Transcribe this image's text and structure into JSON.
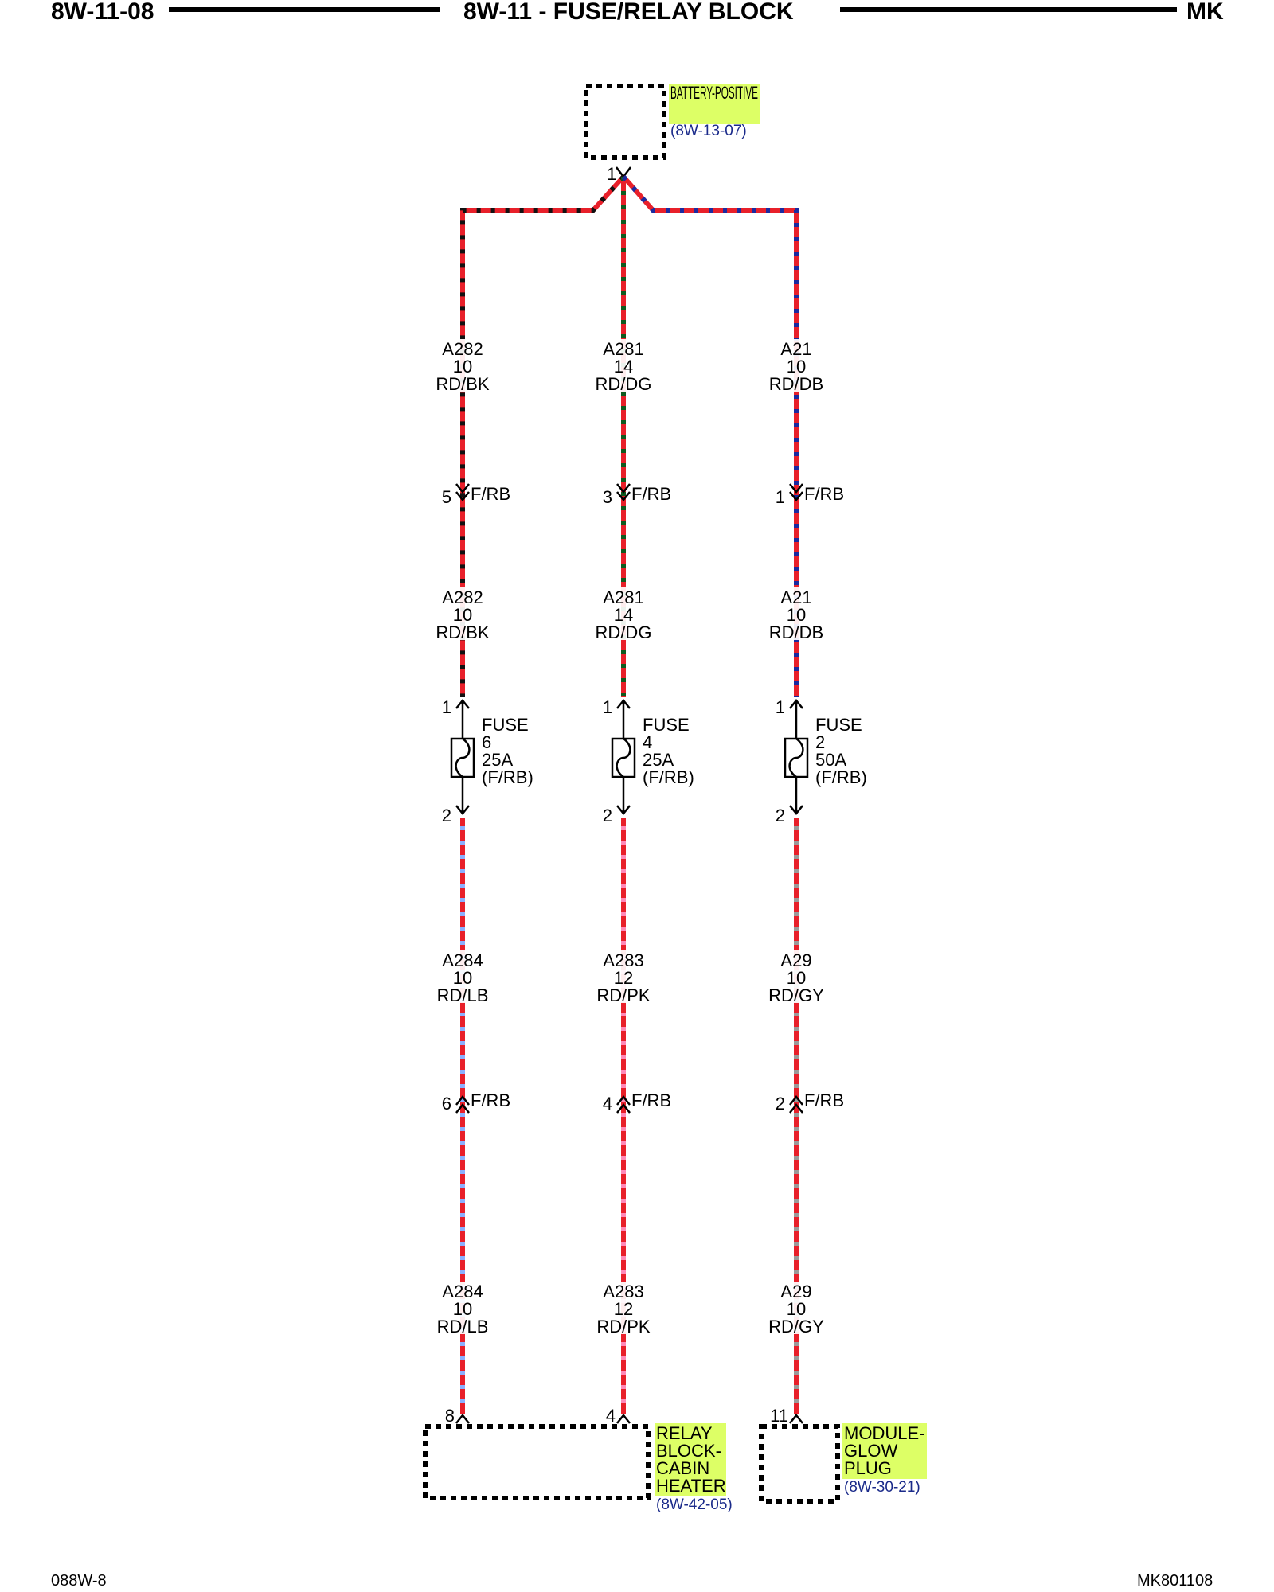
{
  "header": {
    "left": "8W-11-08",
    "center": "8W-11 - FUSE/RELAY BLOCK",
    "right": "MK"
  },
  "footer": {
    "left": "088W-8",
    "right": "MK801108"
  },
  "colors": {
    "red": "#e8202a",
    "black": "#111111",
    "dark_green": "#0f5a1e",
    "dark_blue": "#1a2aa0",
    "light_blue": "#8ab0ff",
    "pink": "#ff8ab8",
    "gray": "#9a9a9a",
    "label_highlight": "#ddff66",
    "ref_text": "#1a2a8a"
  },
  "components": {
    "battery_positive": {
      "name": "BATTERY-POSITIVE",
      "ref": "(8W-13-07)",
      "pin": "1"
    },
    "relay_block": {
      "name_lines": [
        "RELAY",
        "BLOCK-",
        "CABIN",
        "HEATER"
      ],
      "ref": "(8W-42-05)"
    },
    "module_glow_plug": {
      "name_lines": [
        "MODULE-",
        "GLOW",
        "PLUG"
      ],
      "ref": "(8W-30-21)"
    }
  },
  "branches": [
    {
      "top_wire": {
        "circuit": "A282",
        "gauge": "10",
        "color": "RD/BK"
      },
      "connector_in": {
        "pin": "5",
        "label": "F/RB"
      },
      "fuse": {
        "pin_in": "1",
        "pin_out": "2",
        "label": "FUSE",
        "number": "6",
        "rating": "25A",
        "loc": "(F/RB)"
      },
      "bottom_wire": {
        "circuit": "A284",
        "gauge": "10",
        "color": "RD/LB"
      },
      "connector_out": {
        "pin": "6",
        "label": "F/RB"
      },
      "dest_pin": "8"
    },
    {
      "top_wire": {
        "circuit": "A281",
        "gauge": "14",
        "color": "RD/DG"
      },
      "connector_in": {
        "pin": "3",
        "label": "F/RB"
      },
      "fuse": {
        "pin_in": "1",
        "pin_out": "2",
        "label": "FUSE",
        "number": "4",
        "rating": "25A",
        "loc": "(F/RB)"
      },
      "bottom_wire": {
        "circuit": "A283",
        "gauge": "12",
        "color": "RD/PK"
      },
      "connector_out": {
        "pin": "4",
        "label": "F/RB"
      },
      "dest_pin": "4"
    },
    {
      "top_wire": {
        "circuit": "A21",
        "gauge": "10",
        "color": "RD/DB"
      },
      "connector_in": {
        "pin": "1",
        "label": "F/RB"
      },
      "fuse": {
        "pin_in": "1",
        "pin_out": "2",
        "label": "FUSE",
        "number": "2",
        "rating": "50A",
        "loc": "(F/RB)"
      },
      "bottom_wire": {
        "circuit": "A29",
        "gauge": "10",
        "color": "RD/GY"
      },
      "connector_out": {
        "pin": "2",
        "label": "F/RB"
      },
      "dest_pin": "11"
    }
  ]
}
